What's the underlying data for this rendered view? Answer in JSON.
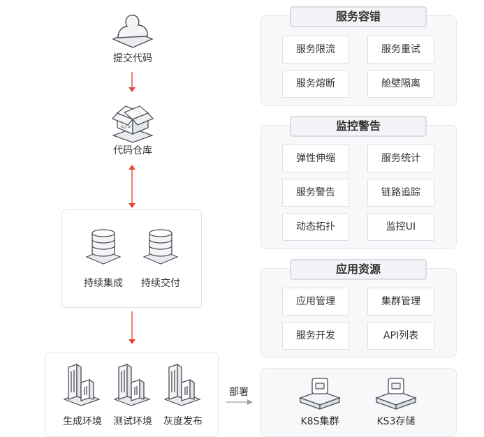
{
  "pipeline": {
    "submit_code": "提交代码",
    "code_repo": "代码仓库",
    "ci": "持续集成",
    "cd": "持续交付",
    "env_gen": "生成环境",
    "env_test": "测试环境",
    "env_gray": "灰度发布",
    "deploy_label": "部署",
    "k8s": "K8S集群",
    "ks3": "KS3存储"
  },
  "groups": [
    {
      "title": "服务容错",
      "items": [
        "服务限流",
        "服务重试",
        "服务熔断",
        "舱壁隔离"
      ]
    },
    {
      "title": "监控警告",
      "items": [
        "弹性伸缩",
        "服务统计",
        "服务警告",
        "链路追踪",
        "动态拓扑",
        "监控UI"
      ]
    },
    {
      "title": "应用资源",
      "items": [
        "应用管理",
        "集群管理",
        "服务开发",
        "API列表"
      ]
    }
  ],
  "colors": {
    "arrow": "#e8453c",
    "panel_bg": "#f7f8fa",
    "icon_face": "#eef0f3",
    "icon_stroke": "#4b4f57"
  }
}
